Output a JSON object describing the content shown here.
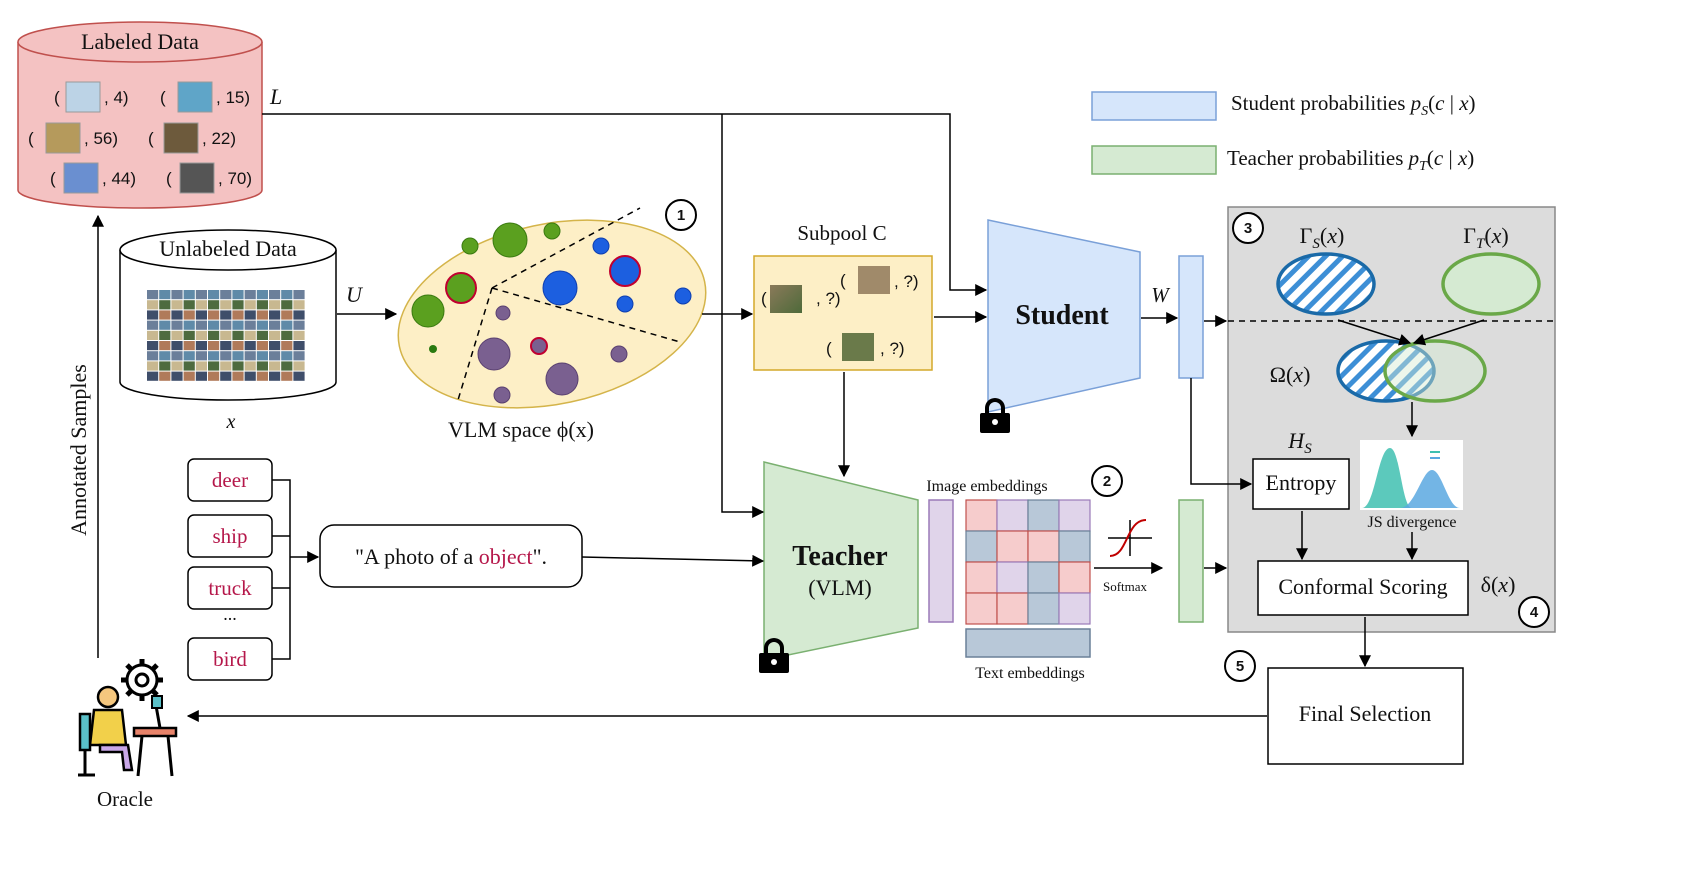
{
  "labeled_data": {
    "title": "Labeled Data",
    "symbol": "L",
    "samples": [
      {
        "label": "4",
        "thumb": "airplane"
      },
      {
        "label": "15",
        "thumb": "horse"
      },
      {
        "label": "56",
        "thumb": "ship"
      },
      {
        "label": "22",
        "thumb": "bird"
      },
      {
        "label": "44",
        "thumb": "dog"
      },
      {
        "label": "70",
        "thumb": "car"
      }
    ]
  },
  "unlabeled_data": {
    "title": "Unlabeled Data",
    "symbol": "U",
    "var": "x"
  },
  "vlm_space": {
    "label": "VLM space ϕ(x)"
  },
  "subpool": {
    "title": "Subpool C",
    "items": [
      "?",
      "?",
      "?"
    ]
  },
  "student": {
    "label": "Student",
    "weight_label": "W"
  },
  "teacher": {
    "label": "Teacher",
    "sub": "(VLM)"
  },
  "prompts": [
    "deer",
    "ship",
    "truck",
    "...",
    "bird"
  ],
  "prompt_template": {
    "before": "\"A photo of a ",
    "object": "object",
    "after": "\"."
  },
  "embeddings": {
    "image": "Image embeddings",
    "text": "Text embeddings",
    "softmax": "Softmax"
  },
  "legend": {
    "student_text": "Student probabilities",
    "student_math": "pS(c | x)",
    "teacher_text": "Teacher probabilities",
    "teacher_math": "pT(c | x)",
    "student_color": "#d6e6fb",
    "teacher_color": "#d5ead2"
  },
  "panel": {
    "gamma_s": "ΓS(x)",
    "gamma_t": "ΓT(x)",
    "omega": "Ω(x)",
    "hs": "HS",
    "entropy": "Entropy",
    "js": "JS divergence",
    "conformal": "Conformal Scoring",
    "delta": "δ(x)"
  },
  "final_selection": "Final Selection",
  "oracle": "Oracle",
  "annotated_samples": "Annotated Samples",
  "steps": [
    "1",
    "2",
    "3",
    "4",
    "5"
  ]
}
